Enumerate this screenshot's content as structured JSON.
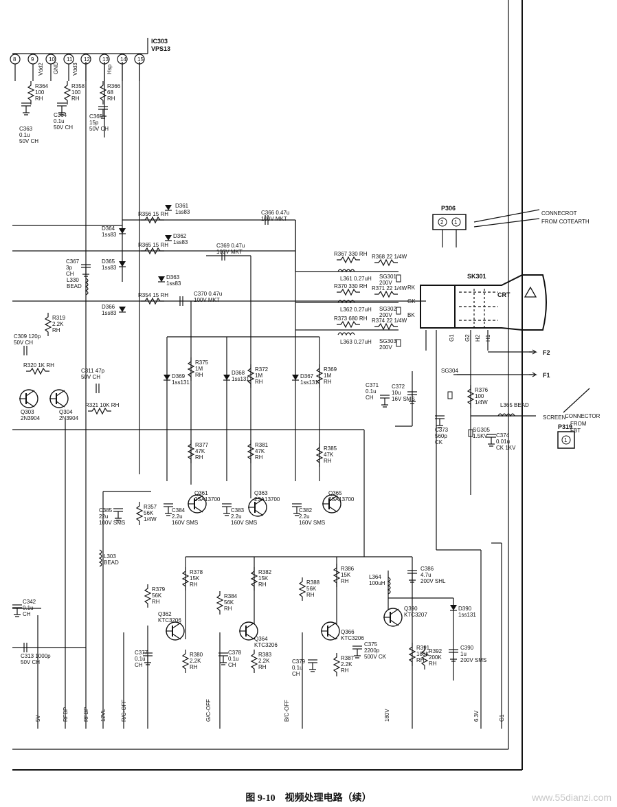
{
  "caption": "图 9-10　视频处理电路（续）",
  "watermark": "www.55dianzi.com",
  "ic": {
    "ref": "IC303",
    "part": "VPS13",
    "pins": [
      "8",
      "9",
      "10",
      "11",
      "12",
      "13",
      "14",
      "15"
    ]
  },
  "pin_nets": [
    "Vdd2",
    "GND",
    "Vdd3",
    "Hsp"
  ],
  "transistors": [
    {
      "ref": "Q303",
      "part": "2N3904"
    },
    {
      "ref": "Q304",
      "part": "2N3904"
    },
    {
      "ref": "Q361",
      "part": "2SA13700"
    },
    {
      "ref": "Q363",
      "part": "2SA13700"
    },
    {
      "ref": "Q365",
      "part": "2SA13700"
    },
    {
      "ref": "Q362",
      "part": "KTC3206"
    },
    {
      "ref": "Q364",
      "part": "KTC3206"
    },
    {
      "ref": "Q366",
      "part": "KTC3206"
    },
    {
      "ref": "Q390",
      "part": "KTC3207"
    }
  ],
  "resistors": [
    {
      "ref": "R364",
      "val": "100",
      "note": "RH"
    },
    {
      "ref": "R358",
      "val": "100",
      "note": "RH"
    },
    {
      "ref": "R366",
      "val": "68",
      "note": "RH"
    },
    {
      "ref": "R356",
      "val": "15",
      "note": "RH"
    },
    {
      "ref": "R365",
      "val": "15",
      "note": "RH"
    },
    {
      "ref": "R354",
      "val": "15",
      "note": "RH"
    },
    {
      "ref": "R319",
      "val": "2.2K",
      "note": "RH"
    },
    {
      "ref": "R320",
      "val": "1K",
      "note": "RH"
    },
    {
      "ref": "R321",
      "val": "10K",
      "note": "RH"
    },
    {
      "ref": "R375",
      "val": "1M",
      "note": "RH"
    },
    {
      "ref": "R372",
      "val": "1M",
      "note": "RH"
    },
    {
      "ref": "R369",
      "val": "1M",
      "note": "RH"
    },
    {
      "ref": "R377",
      "val": "47K",
      "note": "RH"
    },
    {
      "ref": "R381",
      "val": "47K",
      "note": "RH"
    },
    {
      "ref": "R385",
      "val": "47K",
      "note": "RH"
    },
    {
      "ref": "R357",
      "val": "56K",
      "note": "1/4W"
    },
    {
      "ref": "R367",
      "val": "330",
      "note": "RH"
    },
    {
      "ref": "R370",
      "val": "330",
      "note": "RH"
    },
    {
      "ref": "R373",
      "val": "680",
      "note": "RH"
    },
    {
      "ref": "R368",
      "val": "22",
      "note": "1/4W"
    },
    {
      "ref": "R371",
      "val": "22",
      "note": "1/4W"
    },
    {
      "ref": "R374",
      "val": "22",
      "note": "1/4W"
    },
    {
      "ref": "R376",
      "val": "100",
      "note": "1/4W"
    },
    {
      "ref": "R378",
      "val": "15K",
      "note": "RH"
    },
    {
      "ref": "R382",
      "val": "15K",
      "note": "RH"
    },
    {
      "ref": "R386",
      "val": "15K",
      "note": "RH"
    },
    {
      "ref": "R379",
      "val": "56K",
      "note": "RH"
    },
    {
      "ref": "R384",
      "val": "56K",
      "note": "RH"
    },
    {
      "ref": "R388",
      "val": "56K",
      "note": "RH"
    },
    {
      "ref": "R380",
      "val": "2.2K",
      "note": "RH"
    },
    {
      "ref": "R383",
      "val": "2.2K",
      "note": "RH"
    },
    {
      "ref": "R387",
      "val": "2.2K",
      "note": "RH"
    },
    {
      "ref": "R391",
      "val": "180K",
      "note": "RH"
    },
    {
      "ref": "R392",
      "val": "200K",
      "note": "RH"
    }
  ],
  "capacitors": [
    {
      "ref": "C363",
      "val": "0.1u",
      "note": "50V CH"
    },
    {
      "ref": "C364",
      "val": "0.1u",
      "note": "50V CH"
    },
    {
      "ref": "C365",
      "val": "15p",
      "note": "50V CH"
    },
    {
      "ref": "C366",
      "val": "0.47u",
      "note": "100V MKT"
    },
    {
      "ref": "C369",
      "val": "0.47u",
      "note": "100V MKT"
    },
    {
      "ref": "C370",
      "val": "0.47u",
      "note": "100V MKT"
    },
    {
      "ref": "C367",
      "val": "3p",
      "note": "CH"
    },
    {
      "ref": "C309",
      "val": "120p",
      "note": "50V CH"
    },
    {
      "ref": "C311",
      "val": "47p",
      "note": "50V CH"
    },
    {
      "ref": "C371",
      "val": "0.1u",
      "note": "CH"
    },
    {
      "ref": "C372",
      "val": "10u",
      "note": "16V SMS"
    },
    {
      "ref": "C373",
      "val": "560p",
      "note": "CK"
    },
    {
      "ref": "C374",
      "val": "0.01u",
      "note": "CK 1KV"
    },
    {
      "ref": "C385",
      "val": "22u",
      "note": "100V SMS"
    },
    {
      "ref": "C384",
      "val": "2.2u",
      "note": "160V SMS"
    },
    {
      "ref": "C383",
      "val": "2.2u",
      "note": "160V SMS"
    },
    {
      "ref": "C382",
      "val": "2.2u",
      "note": "160V SMS"
    },
    {
      "ref": "C386",
      "val": "4.7u",
      "note": "200V SHL"
    },
    {
      "ref": "C342",
      "val": "0.1u",
      "note": "CH"
    },
    {
      "ref": "C313",
      "val": "1000p",
      "note": "50V CH"
    },
    {
      "ref": "C377",
      "val": "0.1u",
      "note": "CH"
    },
    {
      "ref": "C378",
      "val": "0.1u",
      "note": "CH"
    },
    {
      "ref": "C379",
      "val": "0.1u",
      "note": "CH"
    },
    {
      "ref": "C375",
      "val": "2200p",
      "note": "500V CK"
    },
    {
      "ref": "C390",
      "val": "1u",
      "note": "200V SMS"
    }
  ],
  "diodes": [
    {
      "ref": "D361",
      "val": "1ss83"
    },
    {
      "ref": "D362",
      "val": "1ss83"
    },
    {
      "ref": "D363",
      "val": "1ss83"
    },
    {
      "ref": "D364",
      "val": "1ss83"
    },
    {
      "ref": "D365",
      "val": "1ss83"
    },
    {
      "ref": "D366",
      "val": "1ss83"
    },
    {
      "ref": "D369",
      "val": "1ss131"
    },
    {
      "ref": "D368",
      "val": "1ss131"
    },
    {
      "ref": "D367",
      "val": "1ss131"
    },
    {
      "ref": "D390",
      "val": "1ss131"
    }
  ],
  "inductors": [
    {
      "ref": "L361",
      "val": "0.27uH"
    },
    {
      "ref": "L362",
      "val": "0.27uH"
    },
    {
      "ref": "L363",
      "val": "0.27uH"
    },
    {
      "ref": "L364",
      "val": "100uH"
    },
    {
      "ref": "L330",
      "val": "BEAD"
    },
    {
      "ref": "L303",
      "val": "BEAD"
    },
    {
      "ref": "L365",
      "val": "BEAD"
    }
  ],
  "spark_gaps": [
    {
      "ref": "SG301",
      "val": "200V"
    },
    {
      "ref": "SG302",
      "val": "200V"
    },
    {
      "ref": "SG303",
      "val": "200V"
    },
    {
      "ref": "SG304",
      "val": ""
    },
    {
      "ref": "SG305",
      "val": "1.5KV"
    }
  ],
  "connectors": {
    "p306": {
      "ref": "P306",
      "pins": [
        "2",
        "1"
      ],
      "label": "CONNECROT",
      "label2": "FROM COTEARTH"
    },
    "p319": {
      "ref": "P319",
      "pin": "1",
      "label": "CONNECTOR",
      "label2": "FROM",
      "label3": "FBT",
      "screen": "SCREEN"
    }
  },
  "crt": {
    "socket": "SK301",
    "label": "CRT",
    "kathodes": [
      "RK",
      "GK",
      "BK"
    ],
    "grids": [
      "G1",
      "G2",
      "H2",
      "H1"
    ],
    "f2": "F2",
    "f1": "F1"
  },
  "bottom_nets": [
    "5V",
    "RFBP",
    "RFBP",
    "12VL",
    "R/C-OFF",
    "G/C-OFF",
    "B/C-OFF",
    "180V",
    "6.3V",
    "G1"
  ]
}
